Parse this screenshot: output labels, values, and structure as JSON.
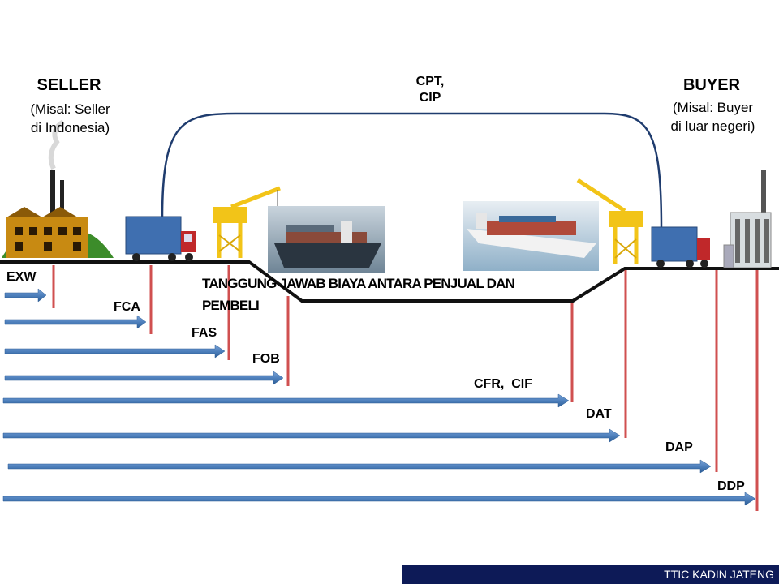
{
  "seller": {
    "title": "SELLER",
    "subtitle_line1": "(Misal: Seller",
    "subtitle_line2": "di Indonesia)"
  },
  "buyer": {
    "title": "BUYER",
    "subtitle_line1": "(Misal: Buyer",
    "subtitle_line2": "di luar negeri)"
  },
  "route": {
    "line1": "CPT,",
    "line2": "CIP"
  },
  "caption": {
    "line1": "TANGGUNG JAWAB BIAYA ANTARA PENJUAL DAN",
    "line2": "PEMBELI"
  },
  "terms": {
    "exw": "EXW",
    "fca": "FCA",
    "fas": "FAS",
    "fob": "FOB",
    "cfr_cif": "CFR,  CIF",
    "dat": "DAT",
    "dap": "DAP",
    "ddp": "DDP"
  },
  "footer": {
    "text": "TTIC KADIN JATENG"
  },
  "colors": {
    "arrow": "#4f81bd",
    "arrow_dark": "#2c5d96",
    "marker": "#d05050",
    "route": "#1f3c6e",
    "footer": "#0d1a57"
  }
}
